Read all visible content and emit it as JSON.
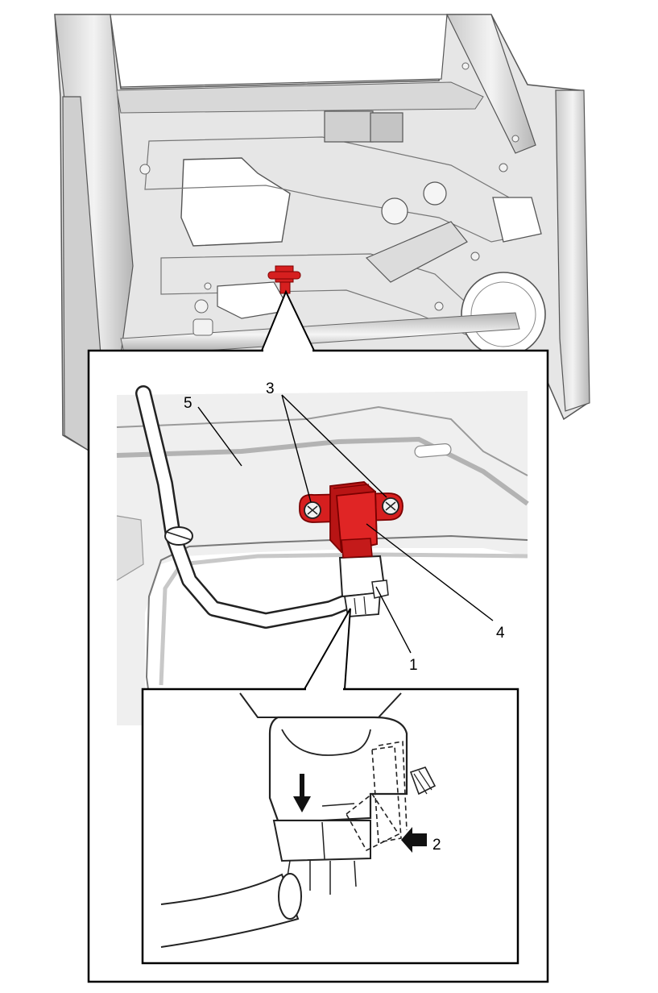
{
  "figure": {
    "colors": {
      "highlight": "#d61f1f",
      "highlight_dark": "#9e0f0f",
      "panel": "#ececec",
      "panel_dark": "#bdbdbd",
      "line": "#1a1a1a",
      "frame": "#000000",
      "background": "#ffffff"
    },
    "callouts": {
      "c1": "1",
      "c2": "2",
      "c3": "3",
      "c4": "4",
      "c5": "5"
    }
  }
}
